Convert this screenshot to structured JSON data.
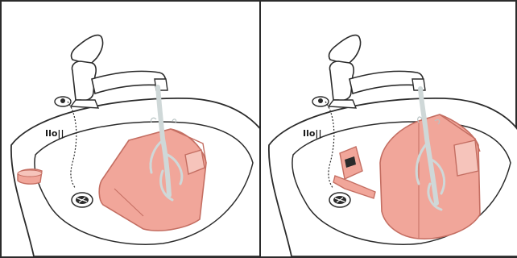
{
  "figure": {
    "panels": [
      {
        "id": "left",
        "overflow_mark": "Ilo||"
      },
      {
        "id": "right",
        "overflow_mark": "Ilo||"
      }
    ]
  },
  "colors": {
    "line": "#2b2b2b",
    "container_fill": "#f1a69a",
    "container_stroke": "#c46e62",
    "water": "#cfd8d8",
    "background": "#ffffff"
  },
  "icons": [
    "faucet-icon",
    "sink-basin-icon",
    "drain-icon",
    "plug-chain-icon",
    "water-stream-icon",
    "water-tank-icon",
    "tank-cap-icon",
    "dispenser-lid-icon"
  ]
}
